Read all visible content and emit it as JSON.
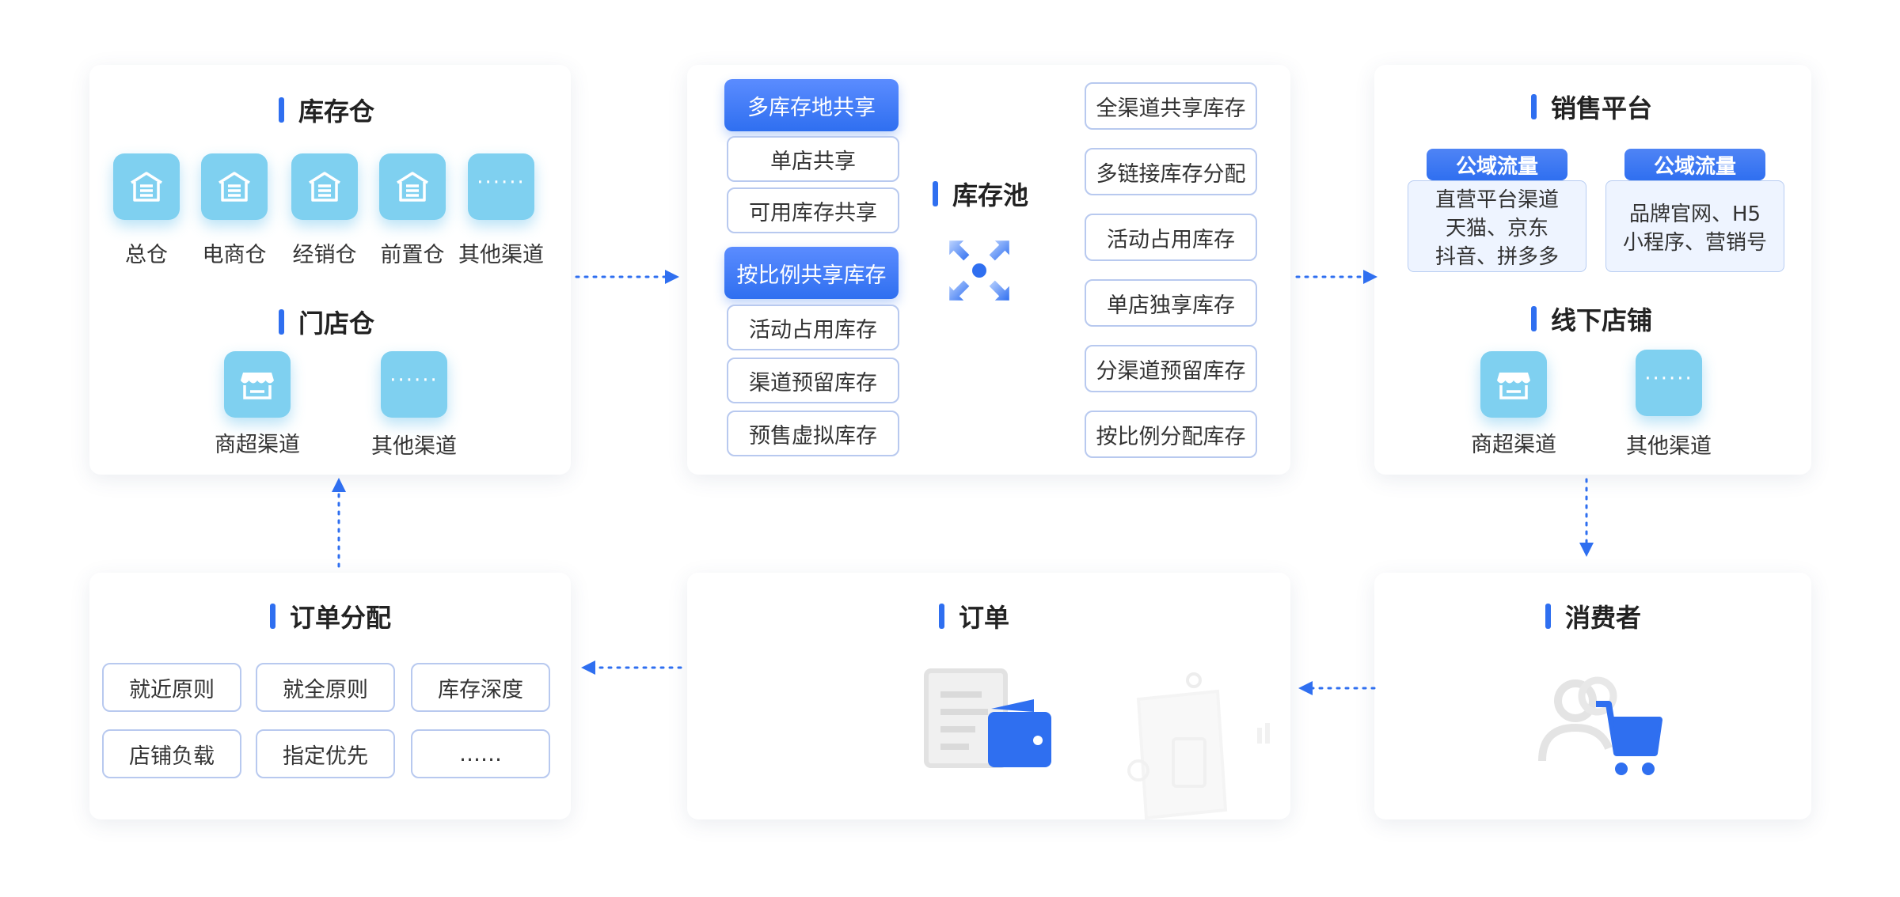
{
  "warehouse": {
    "title": "库存仓",
    "items": [
      {
        "label": "总仓",
        "icon": "warehouse-icon"
      },
      {
        "label": "电商仓",
        "icon": "warehouse-icon"
      },
      {
        "label": "经销仓",
        "icon": "warehouse-icon"
      },
      {
        "label": "前置仓",
        "icon": "warehouse-icon"
      },
      {
        "label": "其他渠道",
        "icon": "more-dots-icon"
      }
    ]
  },
  "store_warehouse": {
    "title": "门店仓",
    "items": [
      {
        "label": "商超渠道",
        "icon": "storefront-icon"
      },
      {
        "label": "其他渠道",
        "icon": "more-dots-icon"
      }
    ]
  },
  "pool": {
    "title": "库存池",
    "left": [
      {
        "label": "多库存地共享",
        "highlight": true
      },
      {
        "label": "单店共享",
        "highlight": false
      },
      {
        "label": "可用库存共享",
        "highlight": false
      },
      {
        "label": "按比例共享库存",
        "highlight": true
      },
      {
        "label": "活动占用库存",
        "highlight": false
      },
      {
        "label": "渠道预留库存",
        "highlight": false
      },
      {
        "label": "预售虚拟库存",
        "highlight": false
      }
    ],
    "right": [
      "全渠道共享库存",
      "多链接库存分配",
      "活动占用库存",
      "单店独享库存",
      "分渠道预留库存",
      "按比例分配库存"
    ]
  },
  "sales": {
    "title": "销售平台",
    "platforms": [
      {
        "tag": "公域流量",
        "lines": [
          "直营平台渠道",
          "天猫、京东",
          "抖音、拼多多"
        ]
      },
      {
        "tag": "公域流量",
        "lines": [
          "品牌官网、H5",
          "小程序、营销号"
        ]
      }
    ],
    "offline_title": "线下店铺",
    "offline_items": [
      {
        "label": "商超渠道",
        "icon": "storefront-icon"
      },
      {
        "label": "其他渠道",
        "icon": "more-dots-icon"
      }
    ]
  },
  "allocation": {
    "title": "订单分配",
    "rules": [
      "就近原则",
      "就全原则",
      "库存深度",
      "店铺负载",
      "指定优先",
      "……"
    ]
  },
  "order": {
    "title": "订单"
  },
  "consumer": {
    "title": "消费者"
  },
  "colors": {
    "accent": "#2f6ff0",
    "tile": "#7fd0f0",
    "border": "#b8c9ef"
  }
}
